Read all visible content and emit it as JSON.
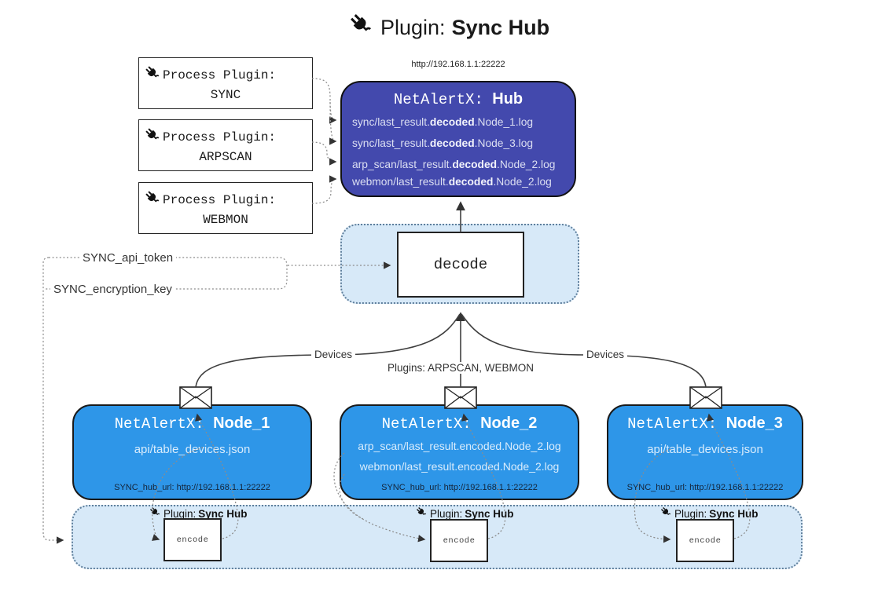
{
  "title": {
    "prefix": "Plugin: ",
    "bold": "Sync Hub"
  },
  "process_plugins": [
    {
      "line1": "Process Plugin:",
      "name": "SYNC"
    },
    {
      "line1": "Process Plugin:",
      "name": "ARPSCAN"
    },
    {
      "line1": "Process Plugin:",
      "name": "WEBMON"
    }
  ],
  "hub": {
    "url": "http://192.168.1.1:22222",
    "title_prefix": "NetAlertX: ",
    "title_bold": "Hub",
    "logs": [
      {
        "pre": "sync/last_result.",
        "bold": "decoded",
        "post": ".Node_1.log"
      },
      {
        "pre": "sync/last_result.",
        "bold": "decoded",
        "post": ".Node_3.log"
      },
      {
        "pre": "arp_scan/last_result.",
        "bold": "decoded",
        "post": ".Node_2.log"
      },
      {
        "pre": "webmon/last_result.",
        "bold": "decoded",
        "post": ".Node_2.log"
      }
    ]
  },
  "decode": {
    "label": "decode"
  },
  "settings": {
    "api_token": "SYNC_api_token",
    "encryption_key": "SYNC_encryption_key"
  },
  "edges": {
    "devices_left": "Devices",
    "devices_right": "Devices",
    "plugins_mid": "Plugins: ARPSCAN, WEBMON"
  },
  "nodes": [
    {
      "title_prefix": "NetAlertX: ",
      "title_bold": "Node_1",
      "files": [
        "api/table_devices.json"
      ],
      "hub_url": "SYNC_hub_url: http://192.168.1.1:22222"
    },
    {
      "title_prefix": "NetAlertX: ",
      "title_bold": "Node_2",
      "files": [
        "arp_scan/last_result.encoded.Node_2.log",
        "webmon/last_result.encoded.Node_2.log"
      ],
      "hub_url": "SYNC_hub_url: http://192.168.1.1:22222"
    },
    {
      "title_prefix": "NetAlertX: ",
      "title_bold": "Node_3",
      "files": [
        "api/table_devices.json"
      ],
      "hub_url": "SYNC_hub_url: http://192.168.1.1:22222"
    }
  ],
  "encode_band": {
    "groups": [
      {
        "label_prefix": "Plugin: ",
        "label_bold": "Sync Hub",
        "box": "encode"
      },
      {
        "label_prefix": "Plugin: ",
        "label_bold": "Sync Hub",
        "box": "encode"
      },
      {
        "label_prefix": "Plugin: ",
        "label_bold": "Sync Hub",
        "box": "encode"
      }
    ]
  },
  "colors": {
    "hub_fill": "#4349ad",
    "node_fill": "#2e96e8",
    "band_fill": "#d7e9f8",
    "band_border": "#5f7f9c",
    "line": "#3f3f3f",
    "dotted": "#8c8c8c"
  }
}
